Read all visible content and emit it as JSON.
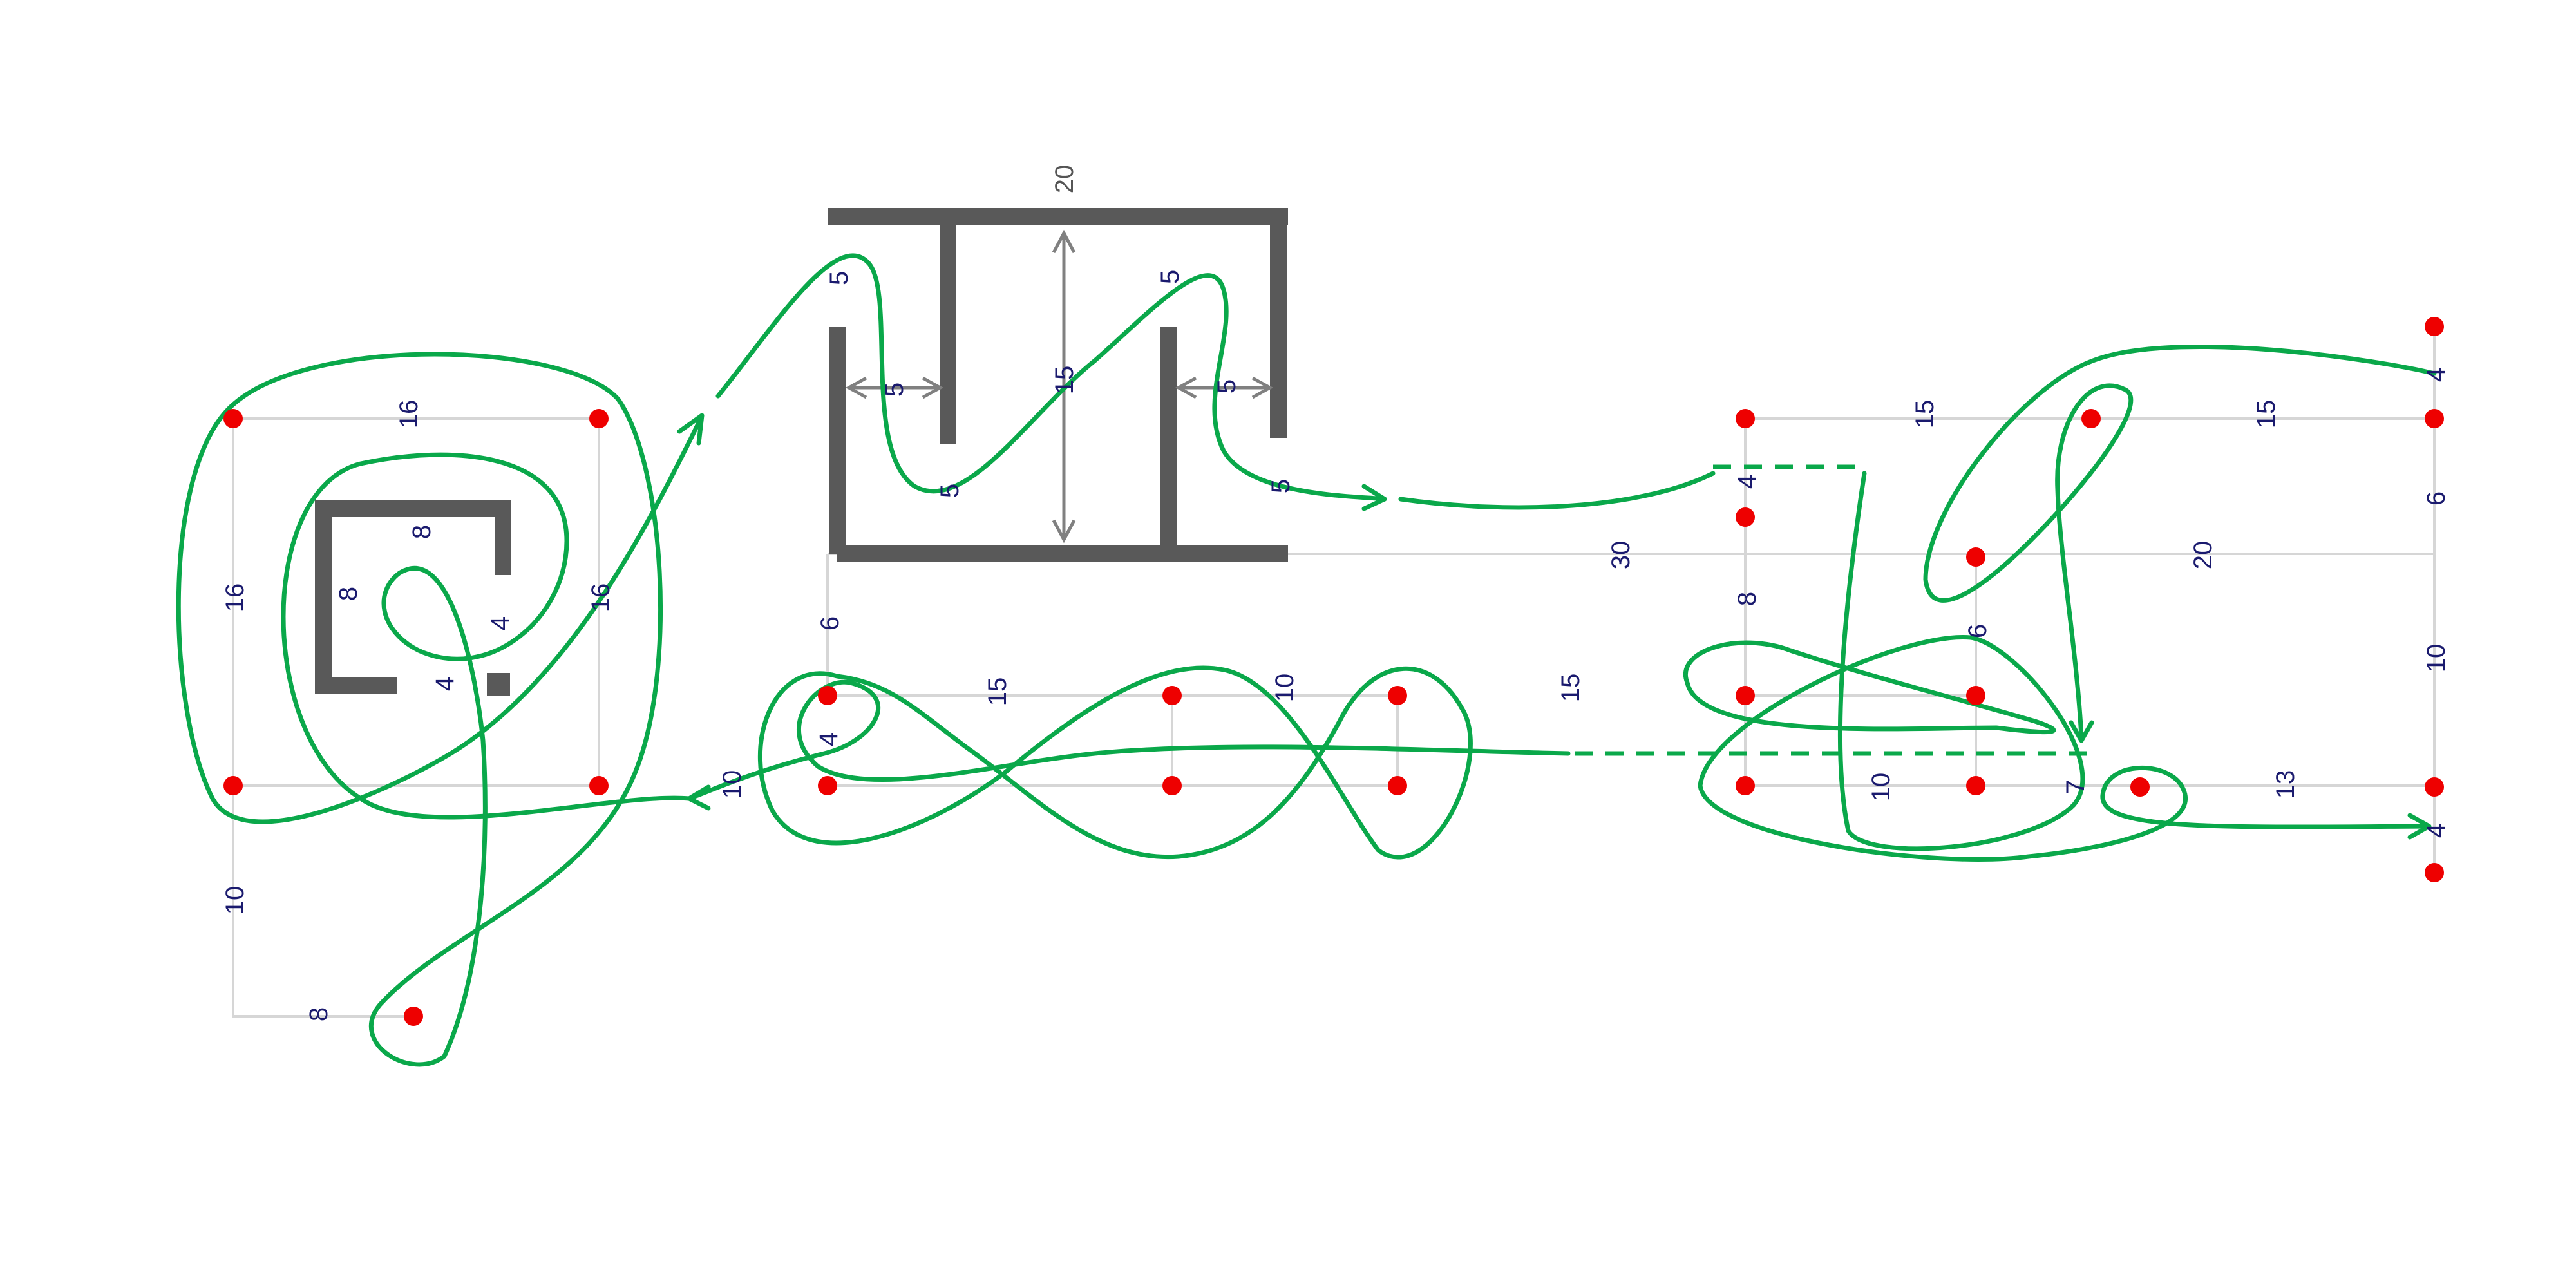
{
  "colors": {
    "path": "#0aa84a",
    "point": "#ee0000",
    "wall": "#595959",
    "guide": "#d6d6d6",
    "label": "#1a1a6e",
    "dimension_arrow": "#808080"
  },
  "spiral": {
    "labels": {
      "top": "16",
      "left": "16",
      "right": "16",
      "inner_top": "8",
      "inner_left": "8",
      "inner_right": "4",
      "inner_bottom": "4",
      "drop": "10",
      "foot": "8"
    }
  },
  "maze": {
    "labels": {
      "width": "20",
      "height": "15",
      "gap_left": "5",
      "gap_right": "5",
      "wall_top_left": "5",
      "wall_bottom_left": "5",
      "wall_top_right": "5",
      "wall_bottom_right": "5"
    }
  },
  "figure_eight": {
    "labels": {
      "rise": "6",
      "seg_a": "15",
      "seg_b": "10",
      "seg_c": "15",
      "left_gap": "10",
      "inner": "4"
    }
  },
  "right_group": {
    "labels": {
      "long_span": "30",
      "upper_a": "15",
      "upper_b": "15",
      "right_span": "20",
      "top_right": "4",
      "right_mid": "6",
      "right_drop": "10",
      "col_left": "8",
      "col_mid": "6",
      "stub": "4",
      "lower_a": "10",
      "lower_b": "7",
      "lower_c": "13",
      "bottom_right": "4"
    }
  }
}
